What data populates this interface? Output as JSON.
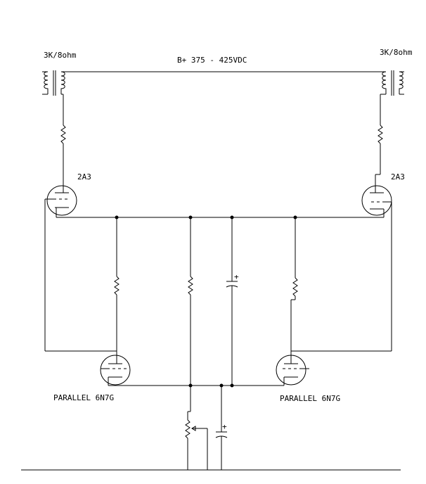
{
  "labels": {
    "transformer_left": "3K/8ohm",
    "transformer_right": "3K/8ohm",
    "supply": "B+ 375 - 425VDC",
    "tube_left": "2A3",
    "tube_right": "2A3",
    "driver_left": "PARALLEL 6N7G",
    "driver_right": "PARALLEL 6N7G",
    "cap_plus": "+"
  }
}
